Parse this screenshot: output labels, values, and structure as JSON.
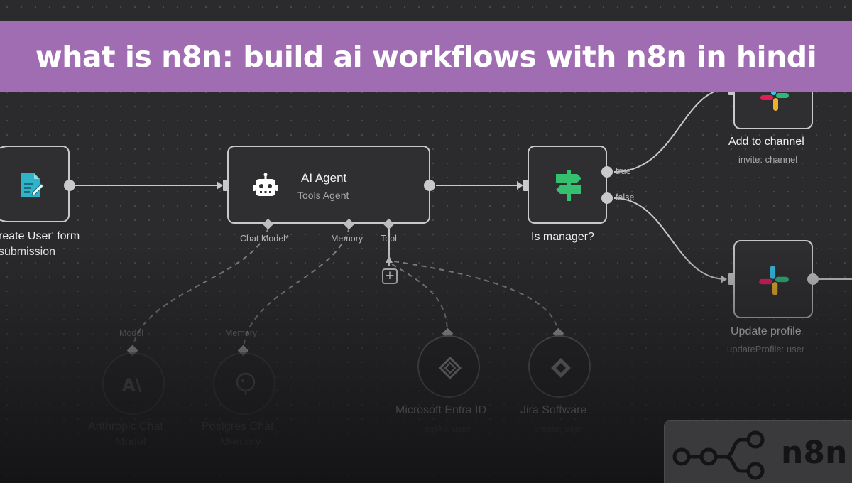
{
  "banner": {
    "title": "what is n8n: build ai workflows with n8n in hindi"
  },
  "nodes": {
    "form_trigger": {
      "label_line1": "reate User' form",
      "label_line2": "submission",
      "icon": "form-document-icon"
    },
    "ai_agent": {
      "title": "AI Agent",
      "subtitle": "Tools Agent",
      "icon": "robot-icon",
      "ports": {
        "chat_model": "Chat Model*",
        "memory": "Memory",
        "tool": "Tool"
      }
    },
    "if_node": {
      "label": "Is manager?",
      "icon": "signpost-icon",
      "true_label": "true",
      "false_label": "false"
    },
    "slack_add": {
      "label": "Add to channel",
      "sublabel": "invite: channel",
      "icon": "slack-icon"
    },
    "slack_update": {
      "label": "Update profile",
      "sublabel": "updateProfile: user",
      "icon": "slack-icon"
    },
    "anthropic": {
      "port_label": "Model",
      "label_line1": "Anthropic Chat",
      "label_line2": "Model",
      "icon": "anthropic-icon"
    },
    "postgres": {
      "port_label": "Memory",
      "label_line1": "Postgres Chat",
      "label_line2": "Memory",
      "icon": "postgres-icon"
    },
    "entra": {
      "label": "Microsoft Entra ID",
      "sublabel": "getAll: user",
      "icon": "entra-icon"
    },
    "jira": {
      "label": "Jira Software",
      "sublabel": "create: user",
      "icon": "jira-icon"
    }
  },
  "logo": {
    "text": "n8n",
    "icon": "n8n-logo-icon"
  },
  "colors": {
    "banner": "#a06db3",
    "canvas": "#2b2b2d",
    "form_icon": "#2fb3c8",
    "if_icon": "#35c06f"
  }
}
